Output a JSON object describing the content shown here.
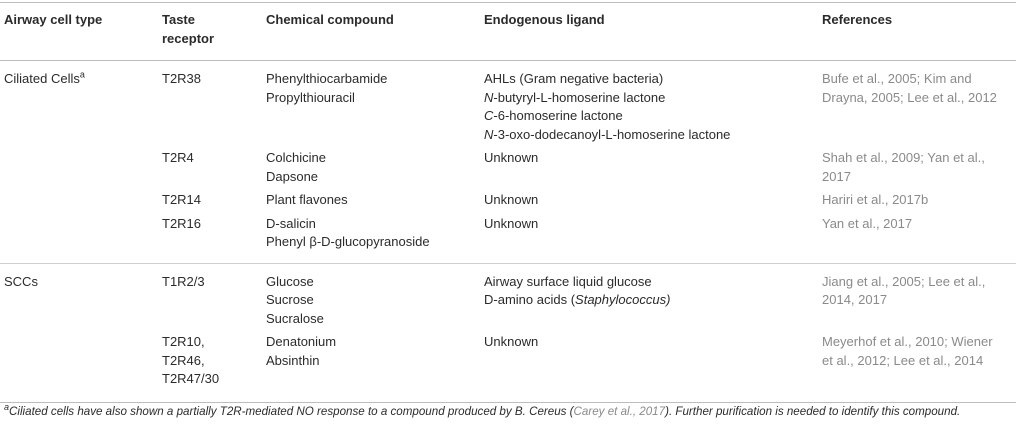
{
  "headers": [
    "Airway cell type",
    "Taste receptor",
    "Chemical compound",
    "Endogenous ligand",
    "References"
  ],
  "rows": [
    {
      "cell_type": "Ciliated Cells",
      "cell_type_sup": "a",
      "receptor": [
        "T2R38"
      ],
      "compound": [
        "Phenylthiocarbamide",
        "Propylthiouracil"
      ],
      "ligand": [
        {
          "pre": "",
          "it": "",
          "rest": "AHLs (Gram negative bacteria)"
        },
        {
          "pre": "",
          "it": "N",
          "rest": "-butyryl-L-homoserine lactone"
        },
        {
          "pre": "",
          "it": "C",
          "rest": "-6-homoserine lactone"
        },
        {
          "pre": "",
          "it": "N",
          "rest": "-3-oxo-dodecanoyl-L-homoserine lactone"
        }
      ],
      "refs": [
        "Bufe et al., 2005; Kim and",
        "Drayna, 2005; Lee et al., 2012"
      ]
    },
    {
      "cell_type": "",
      "cell_type_sup": "",
      "receptor": [
        "T2R4"
      ],
      "compound": [
        "Colchicine",
        "Dapsone"
      ],
      "ligand": [
        {
          "pre": "",
          "it": "",
          "rest": "Unknown"
        }
      ],
      "refs": [
        "Shah et al., 2009; Yan et al.,",
        "2017"
      ]
    },
    {
      "cell_type": "",
      "cell_type_sup": "",
      "receptor": [
        "T2R14"
      ],
      "compound": [
        "Plant flavones"
      ],
      "ligand": [
        {
          "pre": "",
          "it": "",
          "rest": "Unknown"
        }
      ],
      "refs": [
        "Hariri et al., 2017b"
      ]
    },
    {
      "cell_type": "",
      "cell_type_sup": "",
      "receptor": [
        "T2R16"
      ],
      "compound": [
        "D-salicin",
        "Phenyl β-D-glucopyranoside"
      ],
      "ligand": [
        {
          "pre": "",
          "it": "",
          "rest": "Unknown"
        }
      ],
      "refs": [
        "Yan et al., 2017"
      ]
    },
    {
      "cell_type": "SCCs",
      "cell_type_sup": "",
      "receptor": [
        "T1R2/3"
      ],
      "compound": [
        "Glucose",
        "Sucrose",
        "Sucralose"
      ],
      "ligand": [
        {
          "pre": "Airway surface liquid glucose",
          "it": "",
          "rest": ""
        },
        {
          "pre": "D-amino acids (",
          "it": "Staphylococcus)",
          "rest": ""
        }
      ],
      "refs": [
        "Jiang et al., 2005; Lee et al.,",
        "2014, 2017"
      ]
    },
    {
      "cell_type": "",
      "cell_type_sup": "",
      "receptor": [
        "T2R10,",
        "T2R46,",
        "T2R47/30"
      ],
      "compound": [
        "Denatonium",
        "Absinthin"
      ],
      "ligand": [
        {
          "pre": "",
          "it": "",
          "rest": "Unknown"
        }
      ],
      "refs": [
        "Meyerhof et al., 2010; Wiener",
        "et al., 2012; Lee et al., 2014"
      ]
    }
  ],
  "footnote": {
    "marker": "a",
    "text_before": "Ciliated cells have also shown a partially T2R-mediated NO response to a compound produced by B. Cereus (",
    "ref": "Carey et al., 2017",
    "text_after": "). Further purification is needed to identify this compound."
  }
}
